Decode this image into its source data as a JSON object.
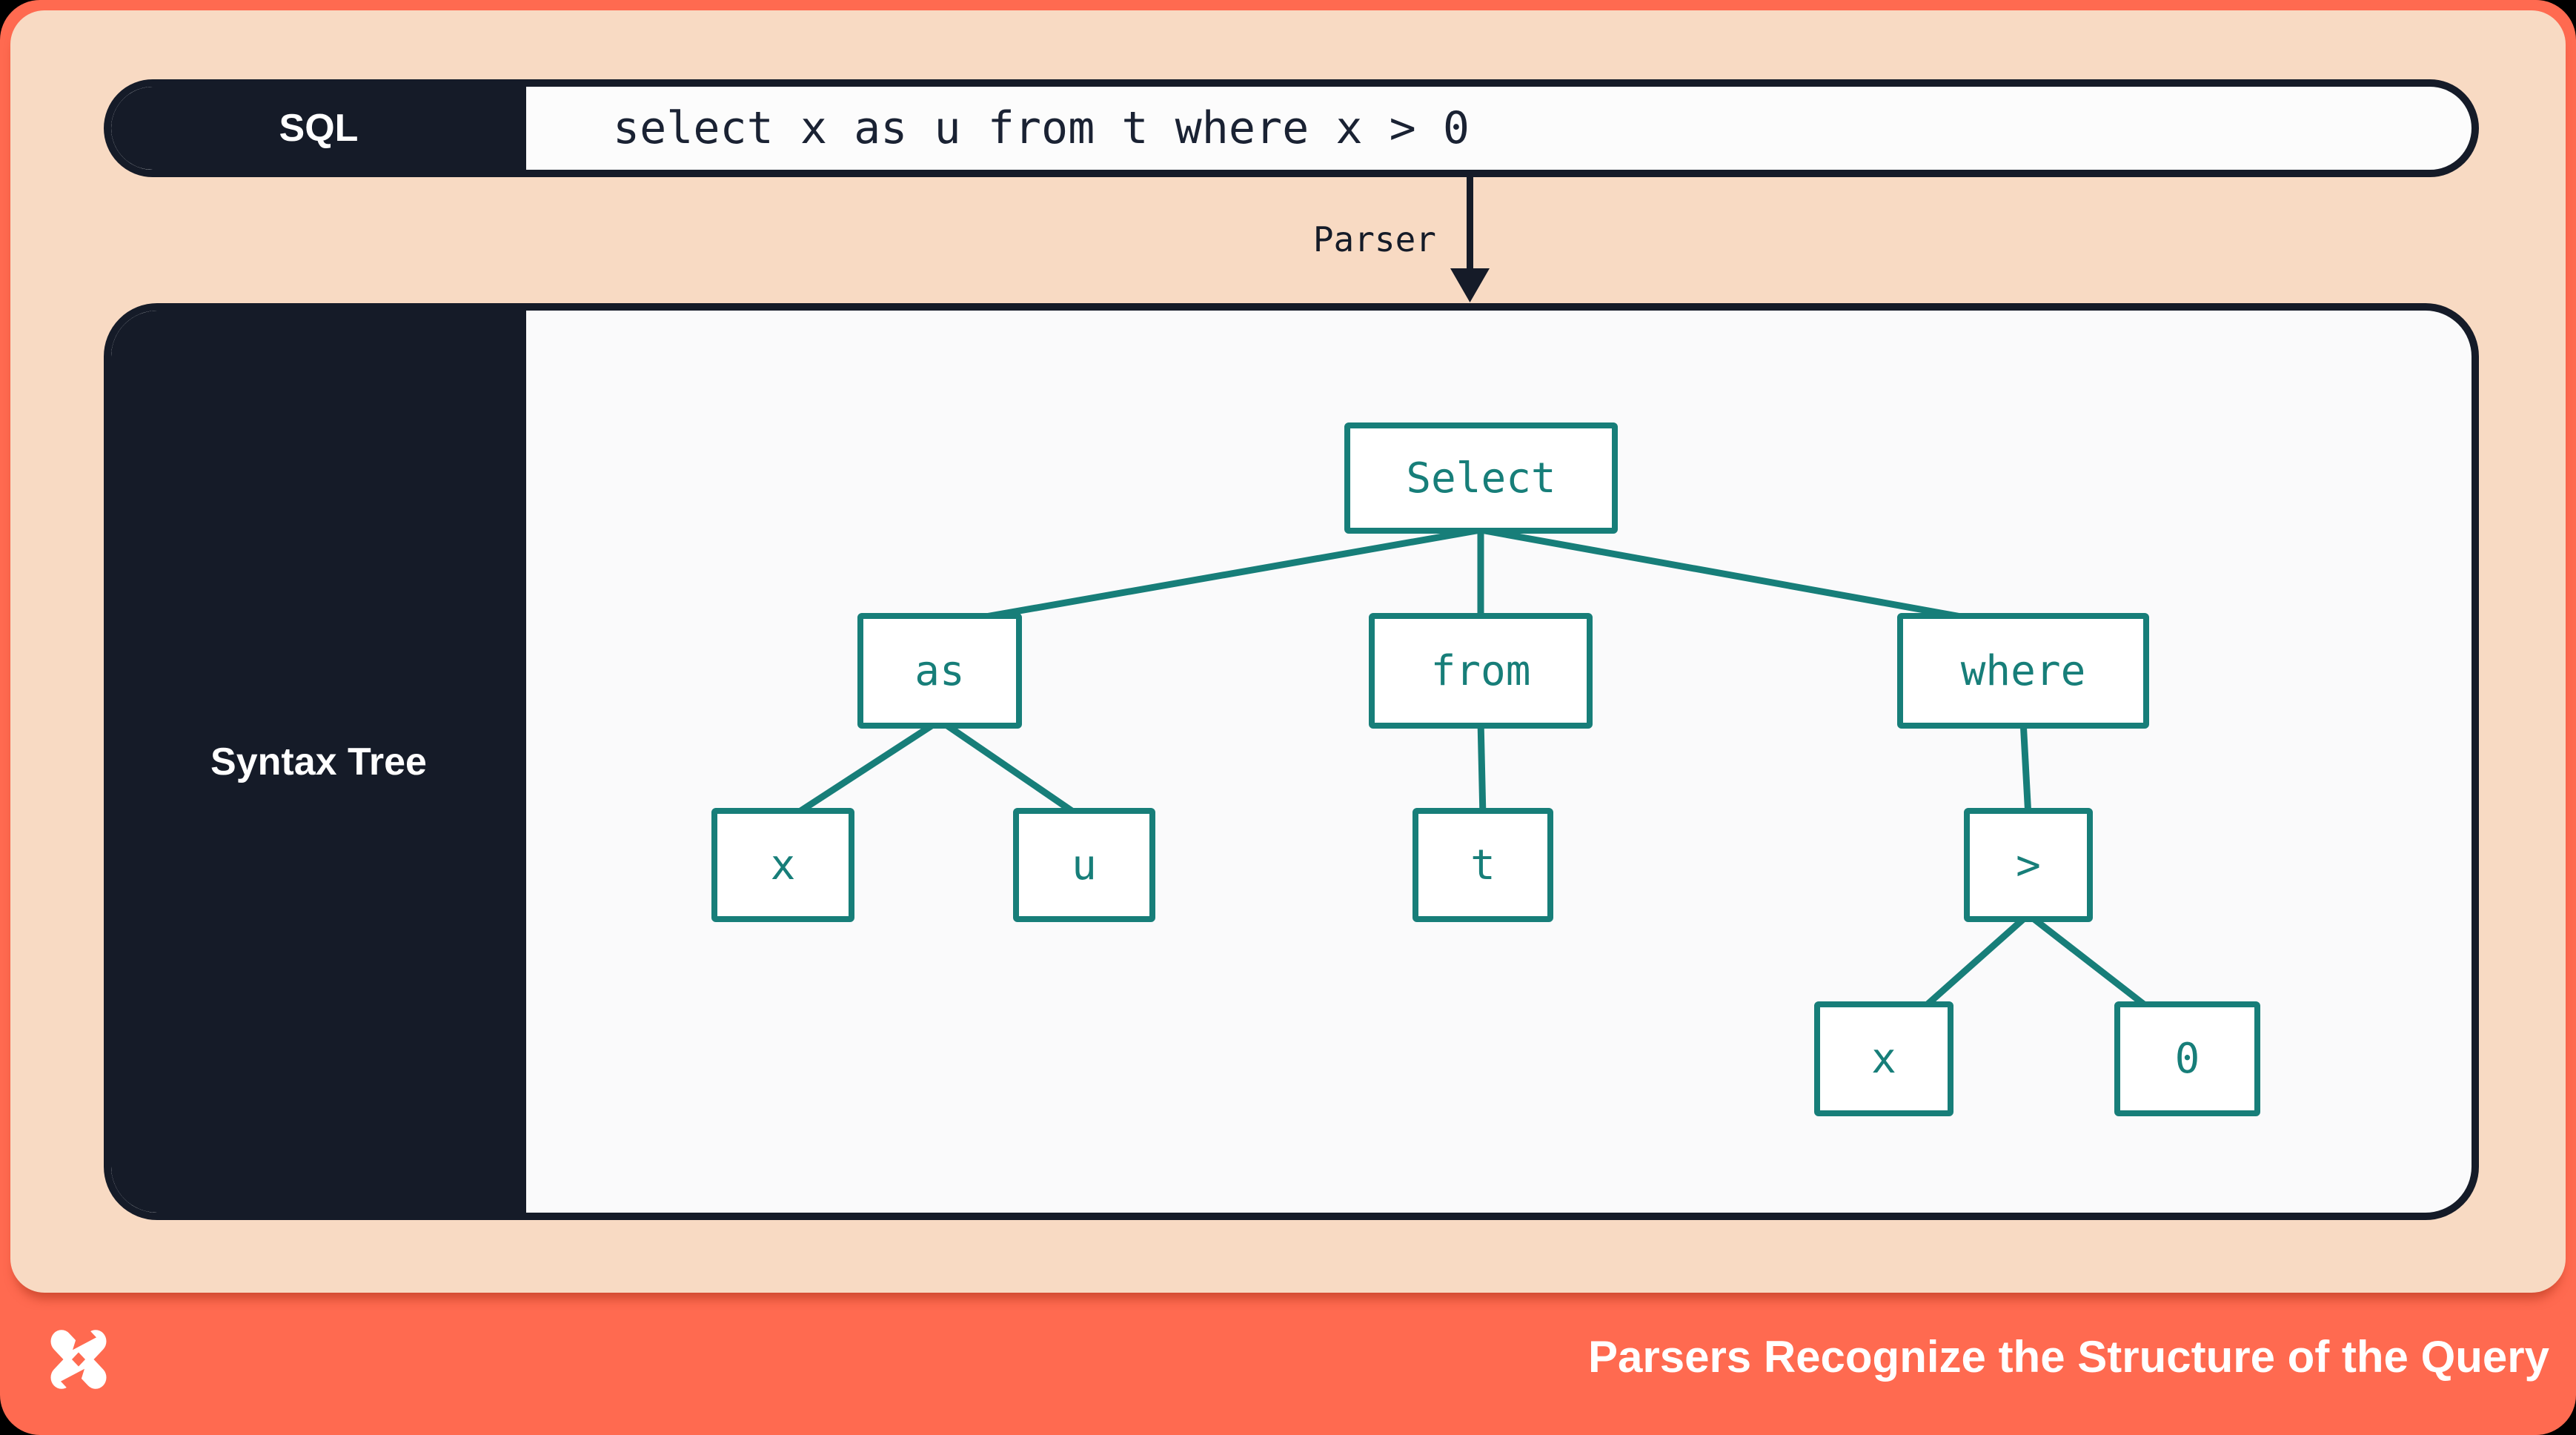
{
  "sql_row": {
    "label": "SQL",
    "query": "select x as u from t where x > 0"
  },
  "parser": {
    "label": "Parser"
  },
  "syntax_tree": {
    "panel_label": "Syntax Tree",
    "nodes": {
      "select": {
        "label": "Select"
      },
      "as": {
        "label": "as"
      },
      "from": {
        "label": "from"
      },
      "where": {
        "label": "where"
      },
      "x1": {
        "label": "x"
      },
      "u": {
        "label": "u"
      },
      "t": {
        "label": "t"
      },
      "gt": {
        "label": ">"
      },
      "x2": {
        "label": "x"
      },
      "zero": {
        "label": "0"
      }
    },
    "edges": [
      [
        "select",
        "as"
      ],
      [
        "select",
        "from"
      ],
      [
        "select",
        "where"
      ],
      [
        "as",
        "x1"
      ],
      [
        "as",
        "u"
      ],
      [
        "from",
        "t"
      ],
      [
        "where",
        "gt"
      ],
      [
        "gt",
        "x2"
      ],
      [
        "gt",
        "zero"
      ]
    ]
  },
  "footer": {
    "caption": "Parsers Recognize the Structure of the Query",
    "logo": "dbt-logo"
  },
  "colors": {
    "orange": "#FF6A50",
    "peach": "#F8DAC3",
    "navy": "#151B28",
    "teal": "#177E79",
    "tree_bg": "#FAFAFB",
    "pill_bg": "#FCFCFC"
  }
}
